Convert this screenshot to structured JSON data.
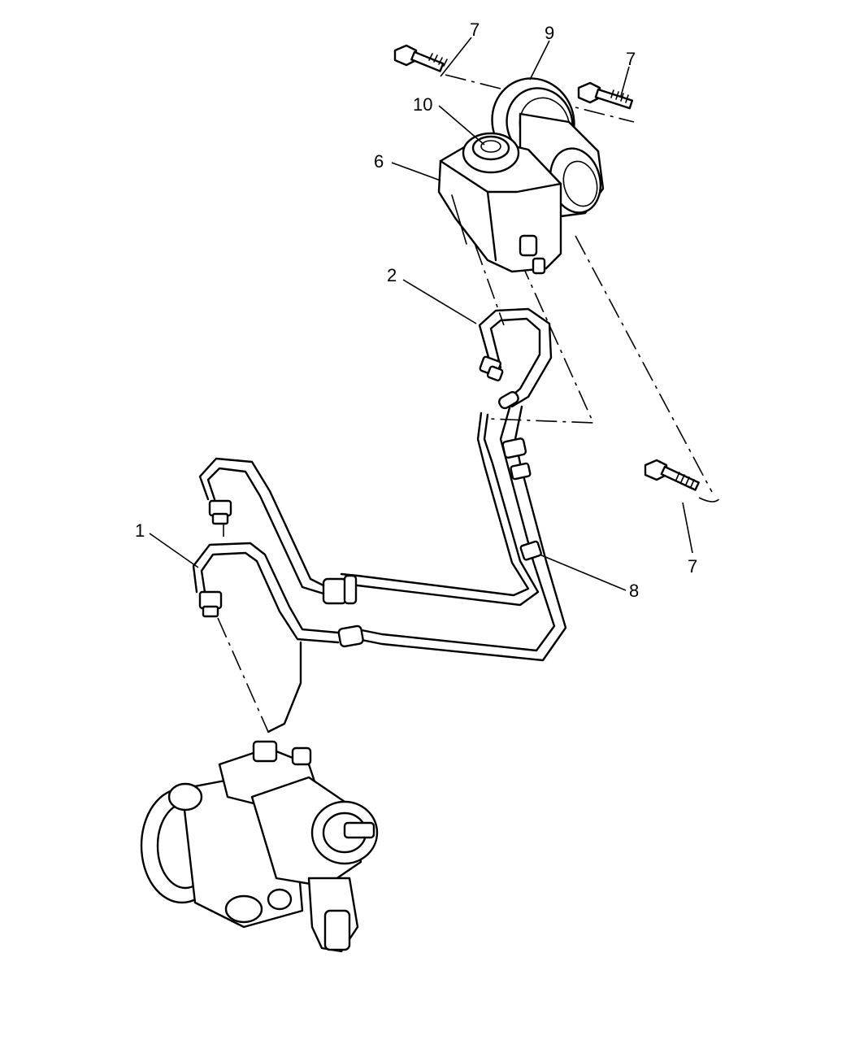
{
  "callouts": [
    {
      "id": "1",
      "label": "1"
    },
    {
      "id": "2",
      "label": "2"
    },
    {
      "id": "6",
      "label": "6"
    },
    {
      "id": "7a",
      "label": "7"
    },
    {
      "id": "7b",
      "label": "7"
    },
    {
      "id": "7c",
      "label": "7"
    },
    {
      "id": "8",
      "label": "8"
    },
    {
      "id": "9",
      "label": "9"
    },
    {
      "id": "10",
      "label": "10"
    }
  ]
}
